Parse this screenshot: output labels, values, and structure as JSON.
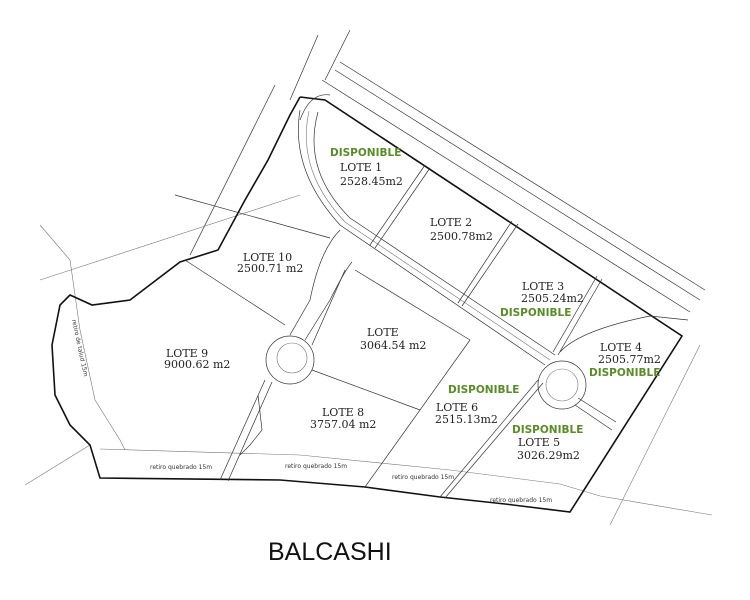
{
  "lots": [
    {
      "name": "LOTE 1",
      "area": "2528.45m2",
      "status": "DISPONIBLE"
    },
    {
      "name": "LOTE 2",
      "area": "2500.78m2"
    },
    {
      "name": "LOTE 3",
      "area": "2505.24m2",
      "status": "DISPONIBLE"
    },
    {
      "name": "LOTE 4",
      "area": "2505.77m2",
      "status": "DISPONIBLE"
    },
    {
      "name": "LOTE 5",
      "area": "3026.29m2",
      "status": "DISPONIBLE"
    },
    {
      "name": "LOTE 6",
      "area": "2515.13m2",
      "status": "DISPONIBLE"
    },
    {
      "name": "LOTE",
      "area": "3064.54 m2"
    },
    {
      "name": "LOTE 8",
      "area": "3757.04 m2"
    },
    {
      "name": "LOTE 9",
      "area": "9000.62 m2"
    },
    {
      "name": "LOTE 10",
      "area": "2500.71 m2"
    }
  ],
  "setbacks": [
    "retiro quebrado 15m",
    "retiro quebrado 15m",
    "retiro quebrado 15m",
    "retiro quebrado 15m"
  ],
  "talud": "retiro de talud 15m",
  "title": "BALCASHI",
  "colors": {
    "available": "#5a8a2a"
  }
}
